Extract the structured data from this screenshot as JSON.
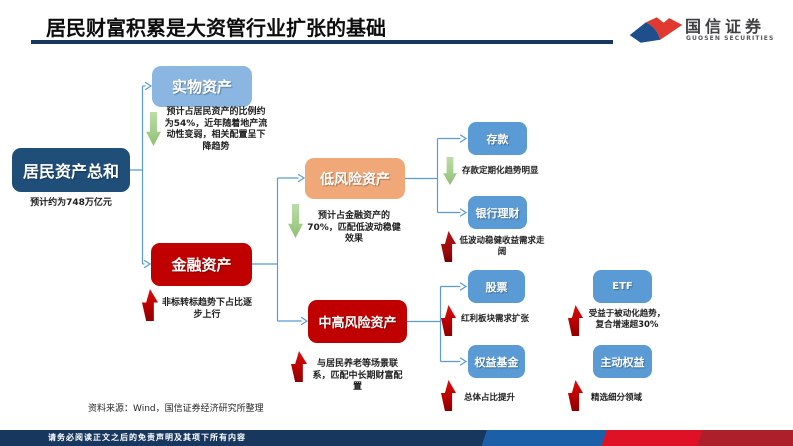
{
  "header": {
    "title": "居民财富积累是大资管行业扩张的基础",
    "logo_name": "国信证券",
    "logo_subtitle": "GUOSEN SECURITIES"
  },
  "colors": {
    "title_underline": "#17375E",
    "root_box": "#1F4E79",
    "physical_box": "#8AB6E1",
    "leaf_box": "#5B9BD5",
    "low_risk_box": "#F0A878",
    "red_box": "#C00000",
    "green_arrow": "#A5CE8C",
    "red_arrow": "#C00000",
    "connector": "#5B9BD5",
    "logo_blue": "#1F4E8C",
    "logo_red": "#E0392F",
    "footer_navy": "#17375E",
    "footer_blue": "#1B5FA8",
    "footer_red": "#DE1126",
    "footer_dark_red": "#AD1F2B"
  },
  "nodes": {
    "root": {
      "label": "居民资产总和",
      "note": "预计约为748万亿元"
    },
    "physical": {
      "label": "实物资产",
      "trend": "down",
      "note": "预计占居民资产的比例约为54%，近年随着地产流动性变弱，相关配置呈下降趋势"
    },
    "financial": {
      "label": "金融资产",
      "trend": "up",
      "note": "非标转标趋势下占比逐步上行"
    },
    "low_risk": {
      "label": "低风险资产",
      "trend": "down",
      "note": "预计占金融资产的70%，匹配低波动稳健效果"
    },
    "mid_high_risk": {
      "label": "中高风险资产",
      "trend": "up",
      "note": "与居民养老等场景联系，匹配中长期财富配置"
    },
    "deposit": {
      "label": "存款",
      "trend": "down",
      "note": "存款定期化趋势明显"
    },
    "bank_wm": {
      "label": "银行理财",
      "trend": "up",
      "note": "低波动稳健收益需求走阔"
    },
    "stock": {
      "label": "股票",
      "trend": "up",
      "note": "红利板块需求扩张"
    },
    "etf": {
      "label": "ETF",
      "trend": "up",
      "note": "受益于被动化趋势，复合增速超30%"
    },
    "equity_fund": {
      "label": "权益基金",
      "trend": "up",
      "note": "总体占比提升"
    },
    "active_equity": {
      "label": "主动权益",
      "trend": "up",
      "note": "精选细分领域"
    }
  },
  "source_note": "资料来源：Wind，国信证券经济研究所整理",
  "footer": {
    "disclaimer": "请务必阅读正文之后的免责声明及其项下所有内容"
  }
}
